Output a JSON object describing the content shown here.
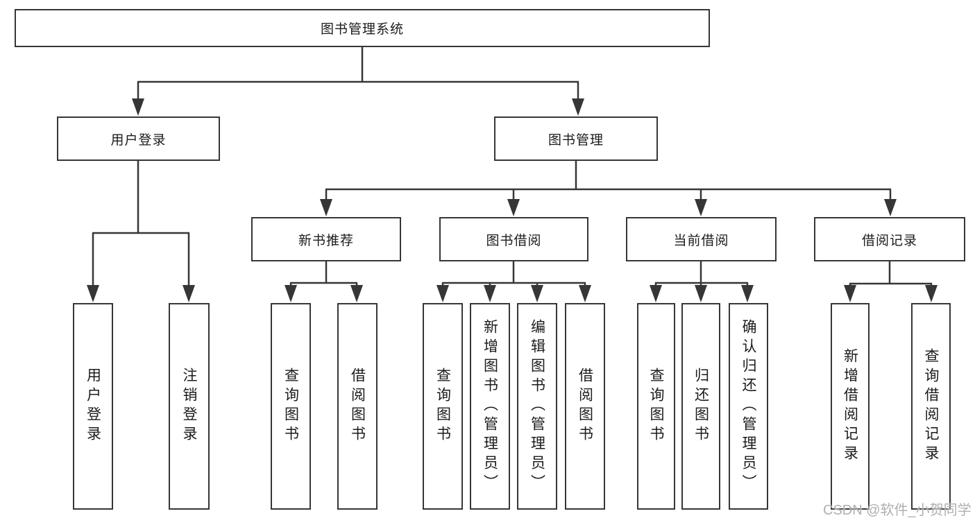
{
  "tree": {
    "root_label": "图书管理系统",
    "level2": [
      {
        "label": "用户登录"
      },
      {
        "label": "图书管理"
      }
    ],
    "level3": [
      {
        "label": "新书推荐"
      },
      {
        "label": "图书借阅"
      },
      {
        "label": "当前借阅"
      },
      {
        "label": "借阅记录"
      }
    ],
    "leaves": {
      "login": [
        "用户登录",
        "注销登录"
      ],
      "recommend": [
        "查询图书",
        "借阅图书"
      ],
      "borrow": [
        "查询图书",
        "新增图书（管理员）",
        "编辑图书（管理员）",
        "借阅图书"
      ],
      "current": [
        "查询图书",
        "归还图书",
        "确认归还（管理员）"
      ],
      "records": [
        "新增借阅记录",
        "查询借阅记录"
      ]
    }
  },
  "watermark": {
    "text": "CSDN @软件_小贺同学",
    "color": "#ababab"
  },
  "colors": {
    "background": "#ffffff",
    "box_border": "#363636",
    "line": "#363636",
    "text": "#1b1b1b"
  }
}
